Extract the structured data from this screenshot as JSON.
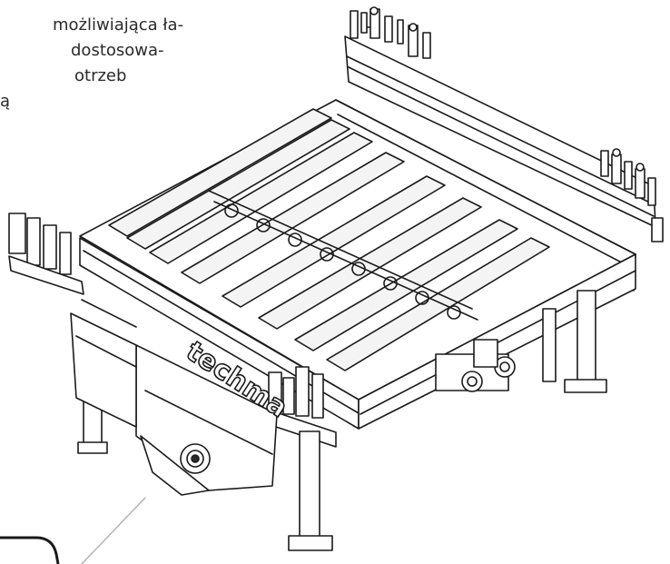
{
  "description_lines": [
    "możliwiająca ła-",
    "dostosowa-",
    "otrzeb",
    "ą"
  ],
  "brand_label": "techma",
  "palette": {
    "ink": "#1a1a1a",
    "paper": "#ffffff",
    "roller_fill": "#f4f4f4",
    "dark_part": "#2b2b2b",
    "callout_line": "#b0b0b0"
  },
  "icons": {
    "callout_bubble": "rounded-callout-bubble"
  }
}
